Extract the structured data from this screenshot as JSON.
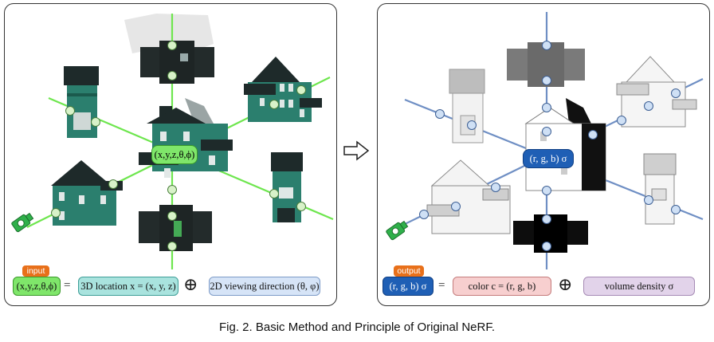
{
  "left_panel": {
    "center_label": "(x,y,z,θ,ϕ)",
    "tag": "input",
    "formula": {
      "lhs": "(x,y,z,θ,ϕ)",
      "equals": "=",
      "term1": "3D location x = (x, y, z)",
      "plus": "⊕",
      "term2": "2D viewing direction (θ, φ)"
    }
  },
  "right_panel": {
    "center_label": "(r, g, b) σ",
    "tag": "output",
    "formula": {
      "lhs": "(r, g, b) σ",
      "equals": "=",
      "term1": "color c = (r, g, b)",
      "plus": "⊕",
      "term2": "volume density σ"
    }
  },
  "caption": "Fig. 2.  Basic Method and Principle of Original NeRF.",
  "colors": {
    "ray_left": "#6ee64e",
    "ray_right": "#6f8fc4",
    "house_teal": "#2b7f6e",
    "roof_dark": "#1e2a2a",
    "input_box": "#7fe66a",
    "output_box": "#1f5fb5",
    "loc_box": "#a9e3de",
    "dir_box": "#d6e4f7",
    "color_box": "#f7cfcf",
    "density_box": "#e2d3ea",
    "tag": "#e8701a"
  },
  "icons": [
    "camera-icon",
    "arrow-right-icon",
    "house-icon"
  ]
}
